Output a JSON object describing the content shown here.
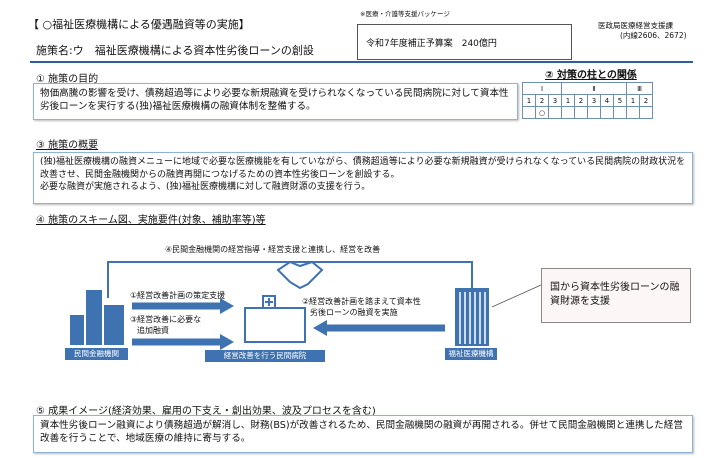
{
  "header": {
    "heading": "【 ○福祉医療機構による優遇融資等の実施】",
    "measure_name": "施策名:ウ　福祉医療機構による資本性劣後ローンの創設",
    "package_note": "※医療・介護等支援パッケージ",
    "budget": "令和7年度補正予算案　240億円",
    "department": "医政局医療経営支援課",
    "extension": "(内線2606、2672)"
  },
  "purpose": {
    "title": "① 施策の目的",
    "text": "物価高騰の影響を受け、債務超過等により必要な新規融資を受けられなくなっている民間病院に対して資本性劣後ローンを実行する(独)福祉医療機構の融資体制を整備する。"
  },
  "relation": {
    "title": "② 対策の柱との関係",
    "groups": [
      {
        "label": "Ⅰ",
        "span": 3
      },
      {
        "label": "Ⅱ",
        "span": 5
      },
      {
        "label": "Ⅲ",
        "span": 2
      }
    ],
    "numbers": [
      "1",
      "2",
      "3",
      "1",
      "2",
      "3",
      "4",
      "5",
      "1",
      "2"
    ],
    "marks": [
      "",
      "○",
      "",
      "",
      "",
      "",
      "",
      "",
      "",
      ""
    ]
  },
  "overview": {
    "title": "③ 施策の概要",
    "lines": [
      "(独)福祉医療機構の融資メニューに地域で必要な医療機能を有していながら、債務超過等により必要な新規融資が受けられなくなっている民間病院の財政状況を改善させ、民間金融機関からの融資再開につなげるための資本性劣後ローンを創設する。",
      "必要な融資が実施されるよう、(独)福祉医療機構に対して融資財源の支援を行う。"
    ]
  },
  "scheme": {
    "title": "④ 施策のスキーム図、実施要件(対象、補助率等)等",
    "step4": "④民間金融機関の経営指導・経営支援と連携し、経営を改善",
    "step1": "①経営改善計画の策定支援",
    "step3_l1": "③経営改善に必要な",
    "step3_l2": "追加融資",
    "step2_l1": "②経営改善計画を踏まえて資本性",
    "step2_l2": "劣後ローンの融資を実施",
    "bank_label": "民間金融機関",
    "hospital_label": "経営改善を行う民間病院",
    "wam_label": "福祉医療機構",
    "callout": "国から資本性劣後ローンの融資財源を支援"
  },
  "outcome": {
    "title": "⑤ 成果イメージ(経済効果、雇用の下支え・創出効果、波及プロセスを含む)",
    "text": "資本性劣後ローン融資により債務超過が解消し、財務(BS)が改善されるため、民間金融機関の融資が再開される。併せて民間金融機関と連携した経営改善を行うことで、地域医療の維持に寄与する。"
  },
  "colors": {
    "accent": "#3f72b0",
    "rule": "#2f5f99"
  }
}
